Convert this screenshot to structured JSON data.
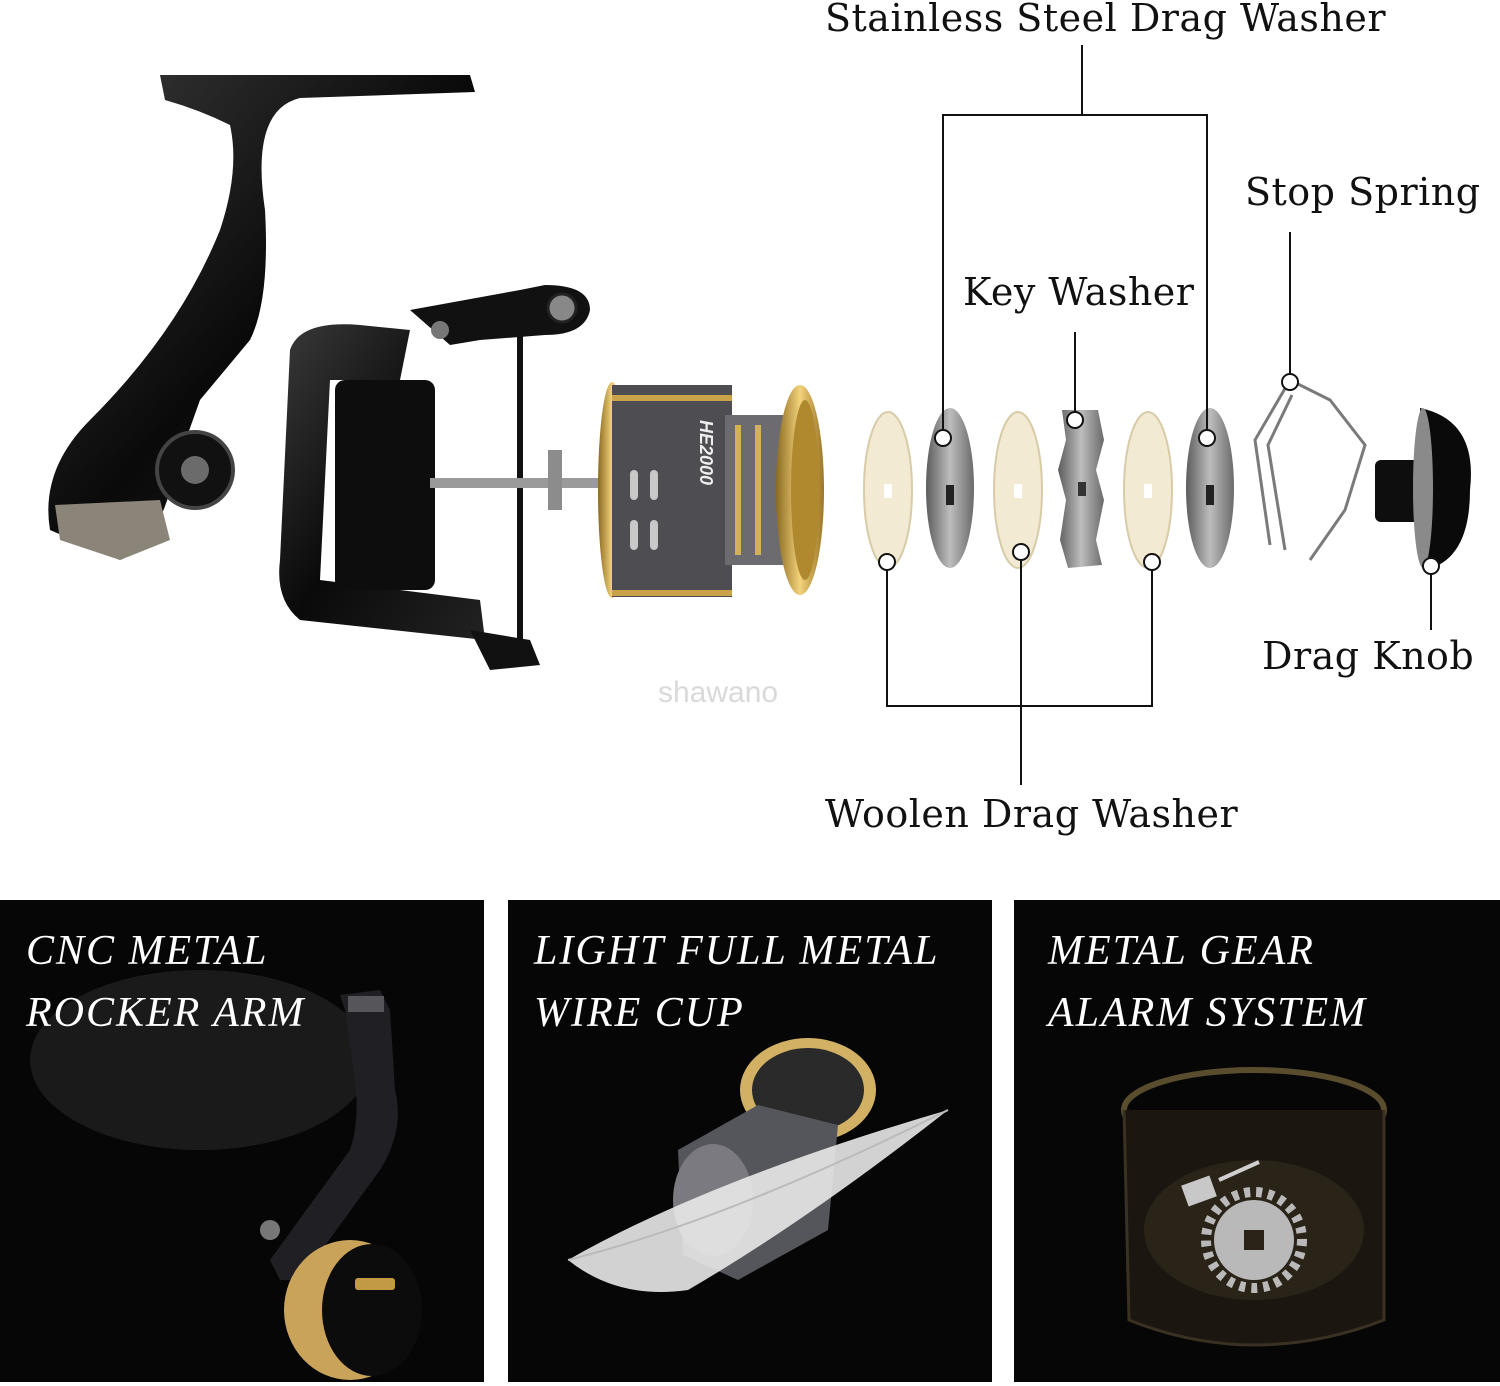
{
  "labels": {
    "stainless": "Stainless Steel Drag Washer",
    "stop_spring": "Stop Spring",
    "key_washer": "Key Washer",
    "drag_knob": "Drag Knob",
    "woolen": "Woolen Drag Washer"
  },
  "watermark": "shawano",
  "spool_text": "HE2000",
  "panels": [
    {
      "line1": "CNC METAL",
      "line2": "ROCKER ARM"
    },
    {
      "line1": "LIGHT FULL METAL",
      "line2": "WIRE CUP"
    },
    {
      "line1": "METAL GEAR",
      "line2": "ALARM SYSTEM"
    }
  ]
}
